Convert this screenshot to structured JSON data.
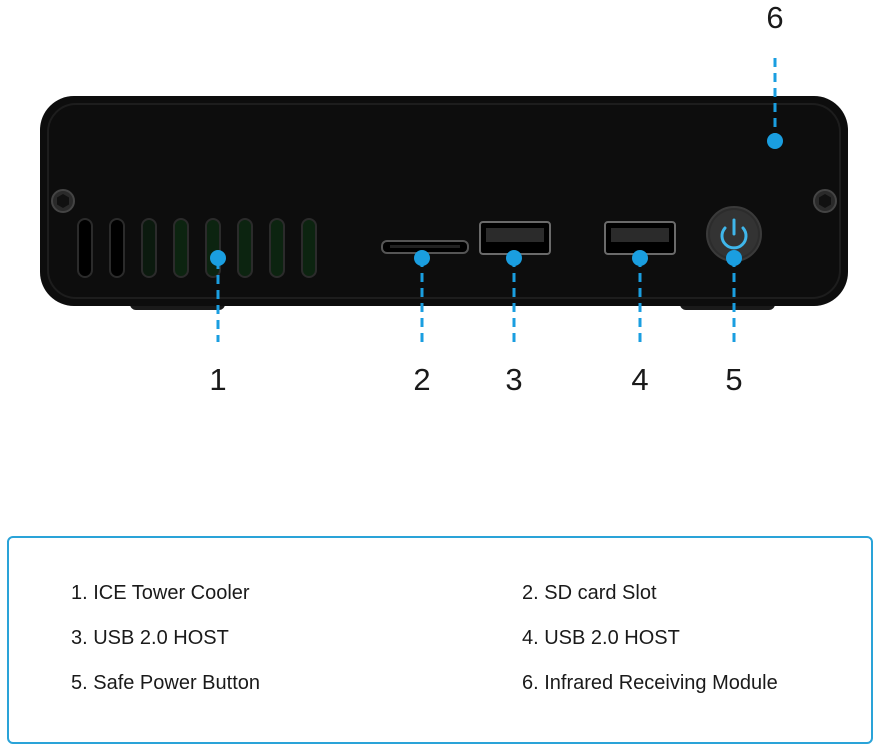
{
  "colors": {
    "device_body": "#0d0d0d",
    "callout_accent": "#1a9ee0",
    "legend_border": "#2aa3d8"
  },
  "callouts": [
    {
      "number": "1",
      "label": "1. ICE Tower Cooler"
    },
    {
      "number": "2",
      "label": "2. SD card Slot"
    },
    {
      "number": "3",
      "label": "3. USB 2.0 HOST"
    },
    {
      "number": "4",
      "label": "4. USB 2.0 HOST"
    },
    {
      "number": "5",
      "label": "5. Safe Power Button"
    },
    {
      "number": "6",
      "label": "6. Infrared Receiving Module"
    }
  ],
  "icons": {
    "power": "power-icon",
    "screw": "screw-icon",
    "vent": "vent-slot-icon"
  }
}
